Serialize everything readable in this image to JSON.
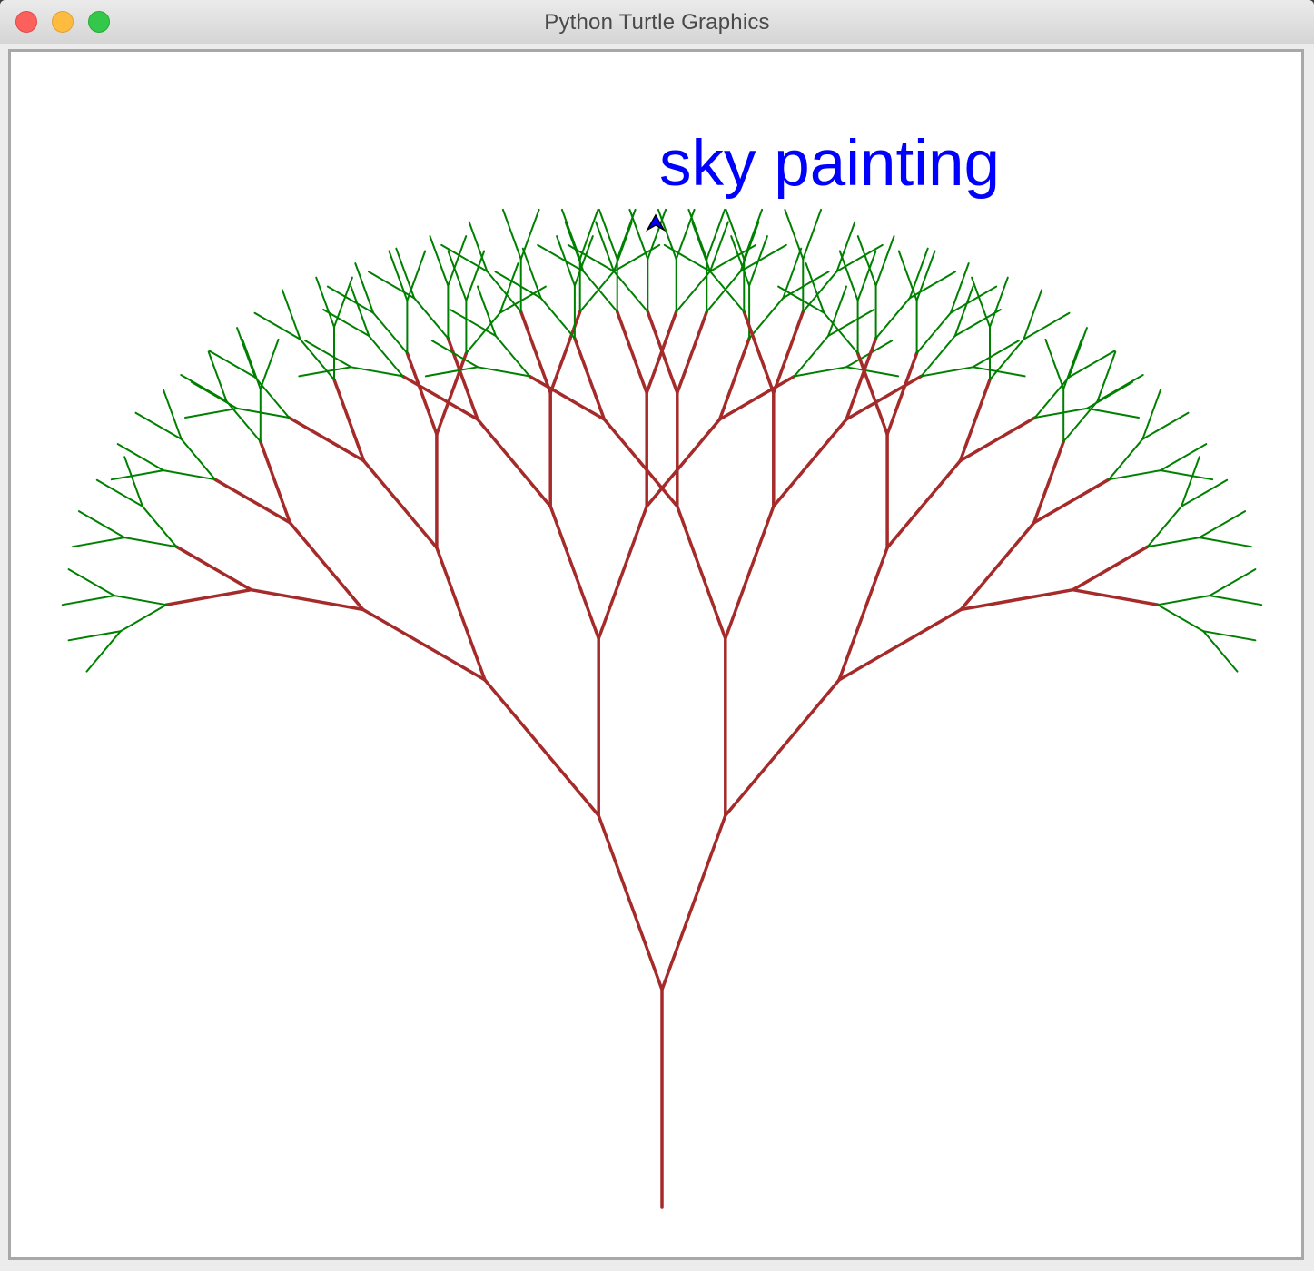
{
  "window": {
    "title": "Python Turtle Graphics"
  },
  "canvas": {
    "text": "sky painting",
    "text_color": "#0000ff",
    "background": "#ffffff",
    "turtle_shape": "classic-arrow",
    "turtle_heading": "up",
    "turtle_color": "#0000ff",
    "tree": {
      "trunk_color": "#a52a2a",
      "leaf_color": "#008000",
      "trunk_depth": 5,
      "leaf_depth": 2,
      "branch_angle_deg": 20
    }
  }
}
